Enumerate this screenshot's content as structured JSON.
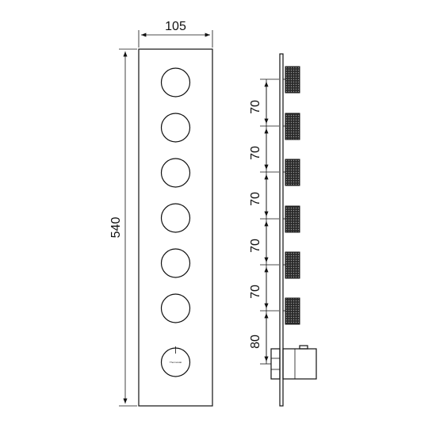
{
  "dimensions": {
    "width": "105",
    "height": "540",
    "spacings": [
      "70",
      "70",
      "70",
      "70",
      "70",
      "80"
    ]
  },
  "front_view": {
    "handles": 6,
    "thermostat_label": "Thermostat"
  },
  "side_view": {
    "knobs": 6
  }
}
